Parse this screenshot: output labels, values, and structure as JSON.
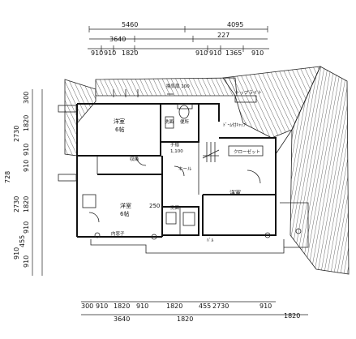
{
  "dimensions": {
    "top_row1_left": "5460",
    "top_row1_right": "4095",
    "top_row2_left": "3640",
    "top_row2_right": "227",
    "top_row3_a": "910",
    "top_row3_b": "910",
    "top_row3_c": "1820",
    "top_row3_d": "910",
    "top_row3_e": "910",
    "top_row3_f": "1365",
    "top_row3_g": "910",
    "bottom_row1_a": "300",
    "bottom_row1_b": "910",
    "bottom_row1_c": "1820",
    "bottom_row1_d": "910",
    "bottom_row1_e": "1820",
    "bottom_row1_f": "455",
    "bottom_row1_g": "2730",
    "bottom_row1_h": "910",
    "bottom_row2_a": "3640",
    "bottom_row2_b": "1820",
    "bottom_row2_c": "1820",
    "left_a": "300",
    "left_b": "1820",
    "left_c": "2730",
    "left_d": "910",
    "left_e": "910",
    "left_f": "728",
    "left_g": "2730",
    "left_h": "1820",
    "left_i": "910",
    "left_j": "455",
    "left_k": "910",
    "left_l": "910"
  },
  "rooms": {
    "room_top_left": "洋室",
    "room_top_left_size": "6帖",
    "room_mid_left": "洋室",
    "room_mid_left_size": "6帖",
    "room_right": "洋室",
    "hall": "ホール",
    "toilet": "便所",
    "sink": "洗面",
    "closet": "クローゼット",
    "storage": "収納",
    "handrail": "手摺",
    "handrail_value": "1,100",
    "lower_bath": "洗面",
    "balcony": "ﾊﾞﾙ",
    "inner_window": "内窓子",
    "toplight": "トップライト",
    "mid_text": "250",
    "top_note": "換気扇 100",
    "right_note": "ﾄﾞｰﾑ付ｷｬｯﾌﾟ"
  }
}
